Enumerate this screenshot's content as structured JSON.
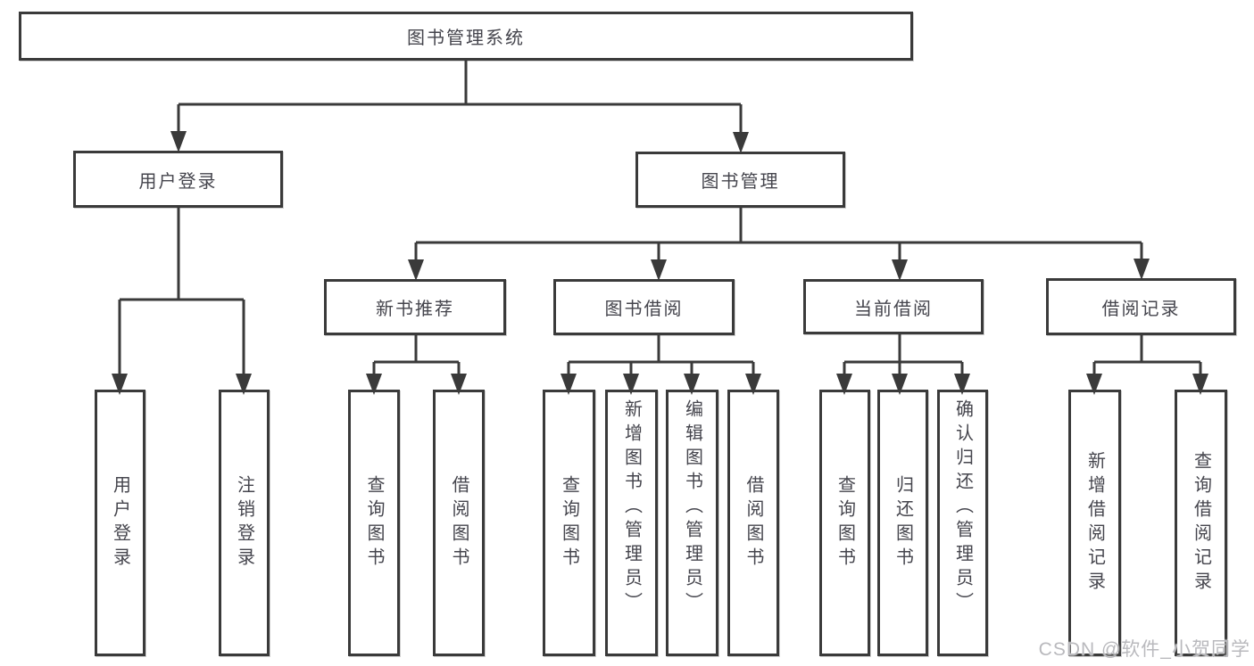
{
  "tree": {
    "root": {
      "label": "图书管理系统",
      "children": [
        {
          "label": "用户登录",
          "children": [
            {
              "label": "用户登录"
            },
            {
              "label": "注销登录"
            }
          ]
        },
        {
          "label": "图书管理",
          "children": [
            {
              "label": "新书推荐",
              "children": [
                {
                  "label": "查询图书"
                },
                {
                  "label": "借阅图书"
                }
              ]
            },
            {
              "label": "图书借阅",
              "children": [
                {
                  "label": "查询图书"
                },
                {
                  "label": "新增图书（管理员）"
                },
                {
                  "label": "编辑图书（管理员）"
                },
                {
                  "label": "借阅图书"
                }
              ]
            },
            {
              "label": "当前借阅",
              "children": [
                {
                  "label": "查询图书"
                },
                {
                  "label": "归还图书"
                },
                {
                  "label": "确认归还（管理员）"
                }
              ]
            },
            {
              "label": "借阅记录",
              "children": [
                {
                  "label": "新增借阅记录"
                },
                {
                  "label": "查询借阅记录"
                }
              ]
            }
          ]
        }
      ]
    }
  },
  "watermark": "CSDN @软件_小贺同学",
  "colors": {
    "line": "#3a3a3a",
    "text": "#45454d",
    "watermark": "#b9b9bd",
    "background": "#ffffff"
  }
}
